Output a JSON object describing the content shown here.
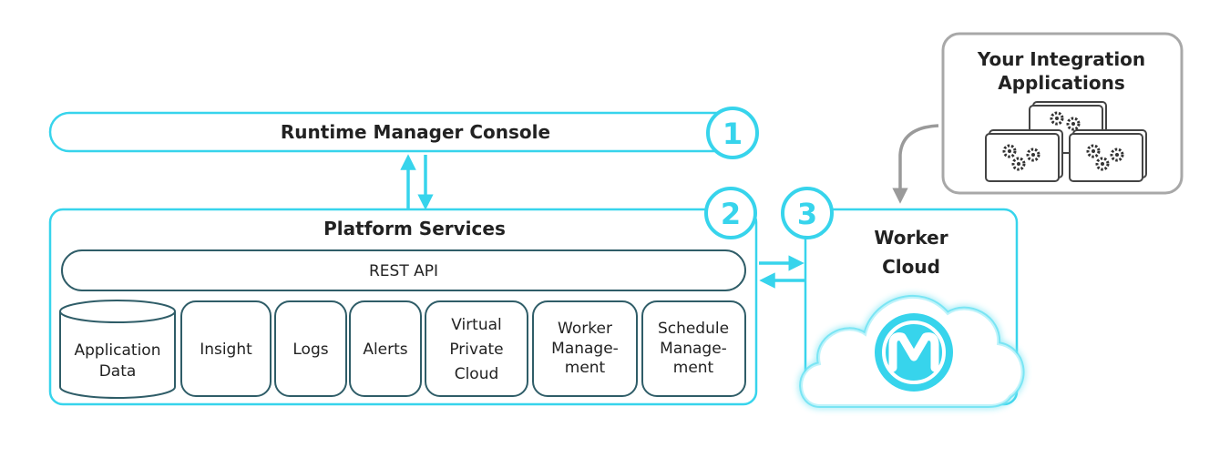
{
  "diagram": {
    "integration_apps": {
      "line1": "Your Integration",
      "line2": "Applications"
    },
    "console": {
      "label": "Runtime Manager Console",
      "badge": "1"
    },
    "platform": {
      "label": "Platform Services",
      "badge": "2"
    },
    "rest_api": {
      "label": "REST API"
    },
    "services": {
      "application_data": {
        "line1": "Application",
        "line2": "Data"
      },
      "insight": {
        "line1": "Insight"
      },
      "logs": {
        "line1": "Logs"
      },
      "alerts": {
        "line1": "Alerts"
      },
      "vpc": {
        "line1": "Virtual",
        "line2": "Private",
        "line3": "Cloud"
      },
      "worker_mgmt": {
        "line1": "Worker",
        "line2": "Manage-",
        "line3": "ment"
      },
      "schedule_mgmt": {
        "line1": "Schedule",
        "line2": "Manage-",
        "line3": "ment"
      }
    },
    "worker_cloud": {
      "line1": "Worker",
      "line2": "Cloud",
      "badge": "3"
    },
    "logo": {
      "letter": "M"
    },
    "colors": {
      "accent": "#37d4ec",
      "dark_stroke": "#2f5d68",
      "gray": "#9a9a9a"
    }
  }
}
